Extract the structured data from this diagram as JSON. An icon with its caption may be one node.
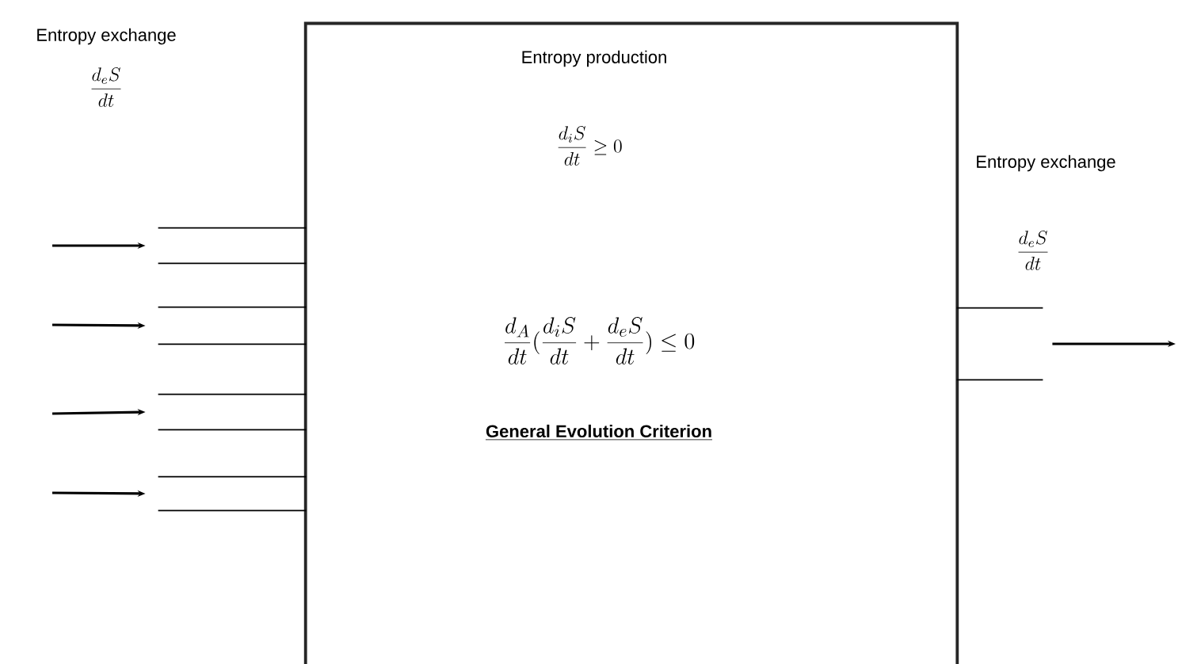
{
  "diagram": {
    "nodes": [
      {
        "text": [
          "Entropy production",
          "\\frac{d_i S}{dt} \\geq 0",
          "\\frac{d_A}{dt}(\\frac{d_i S}{dt} + \\frac{d_e S}{dt}) \\leq 0",
          "General Evolution Criterion"
        ]
      },
      {
        "text": [],
        "shape": "channel"
      },
      {
        "text": [],
        "shape": "channel"
      },
      {
        "text": [],
        "shape": "channel"
      },
      {
        "text": [],
        "shape": "channel"
      },
      {
        "text": [],
        "shape": "channel"
      }
    ],
    "edges": [
      {
        "from": null,
        "to": 1,
        "arrow": "to"
      },
      {
        "from": null,
        "to": 2,
        "arrow": "to"
      },
      {
        "from": null,
        "to": 3,
        "arrow": "to"
      },
      {
        "from": null,
        "to": 4,
        "arrow": "to"
      },
      {
        "from": 5,
        "to": null,
        "arrow": "to"
      }
    ],
    "labels": [
      "Entropy exchange",
      "\\frac{d_e S}{dt}",
      "Entropy exchange",
      "\\frac{d_e S}{dt}"
    ]
  }
}
